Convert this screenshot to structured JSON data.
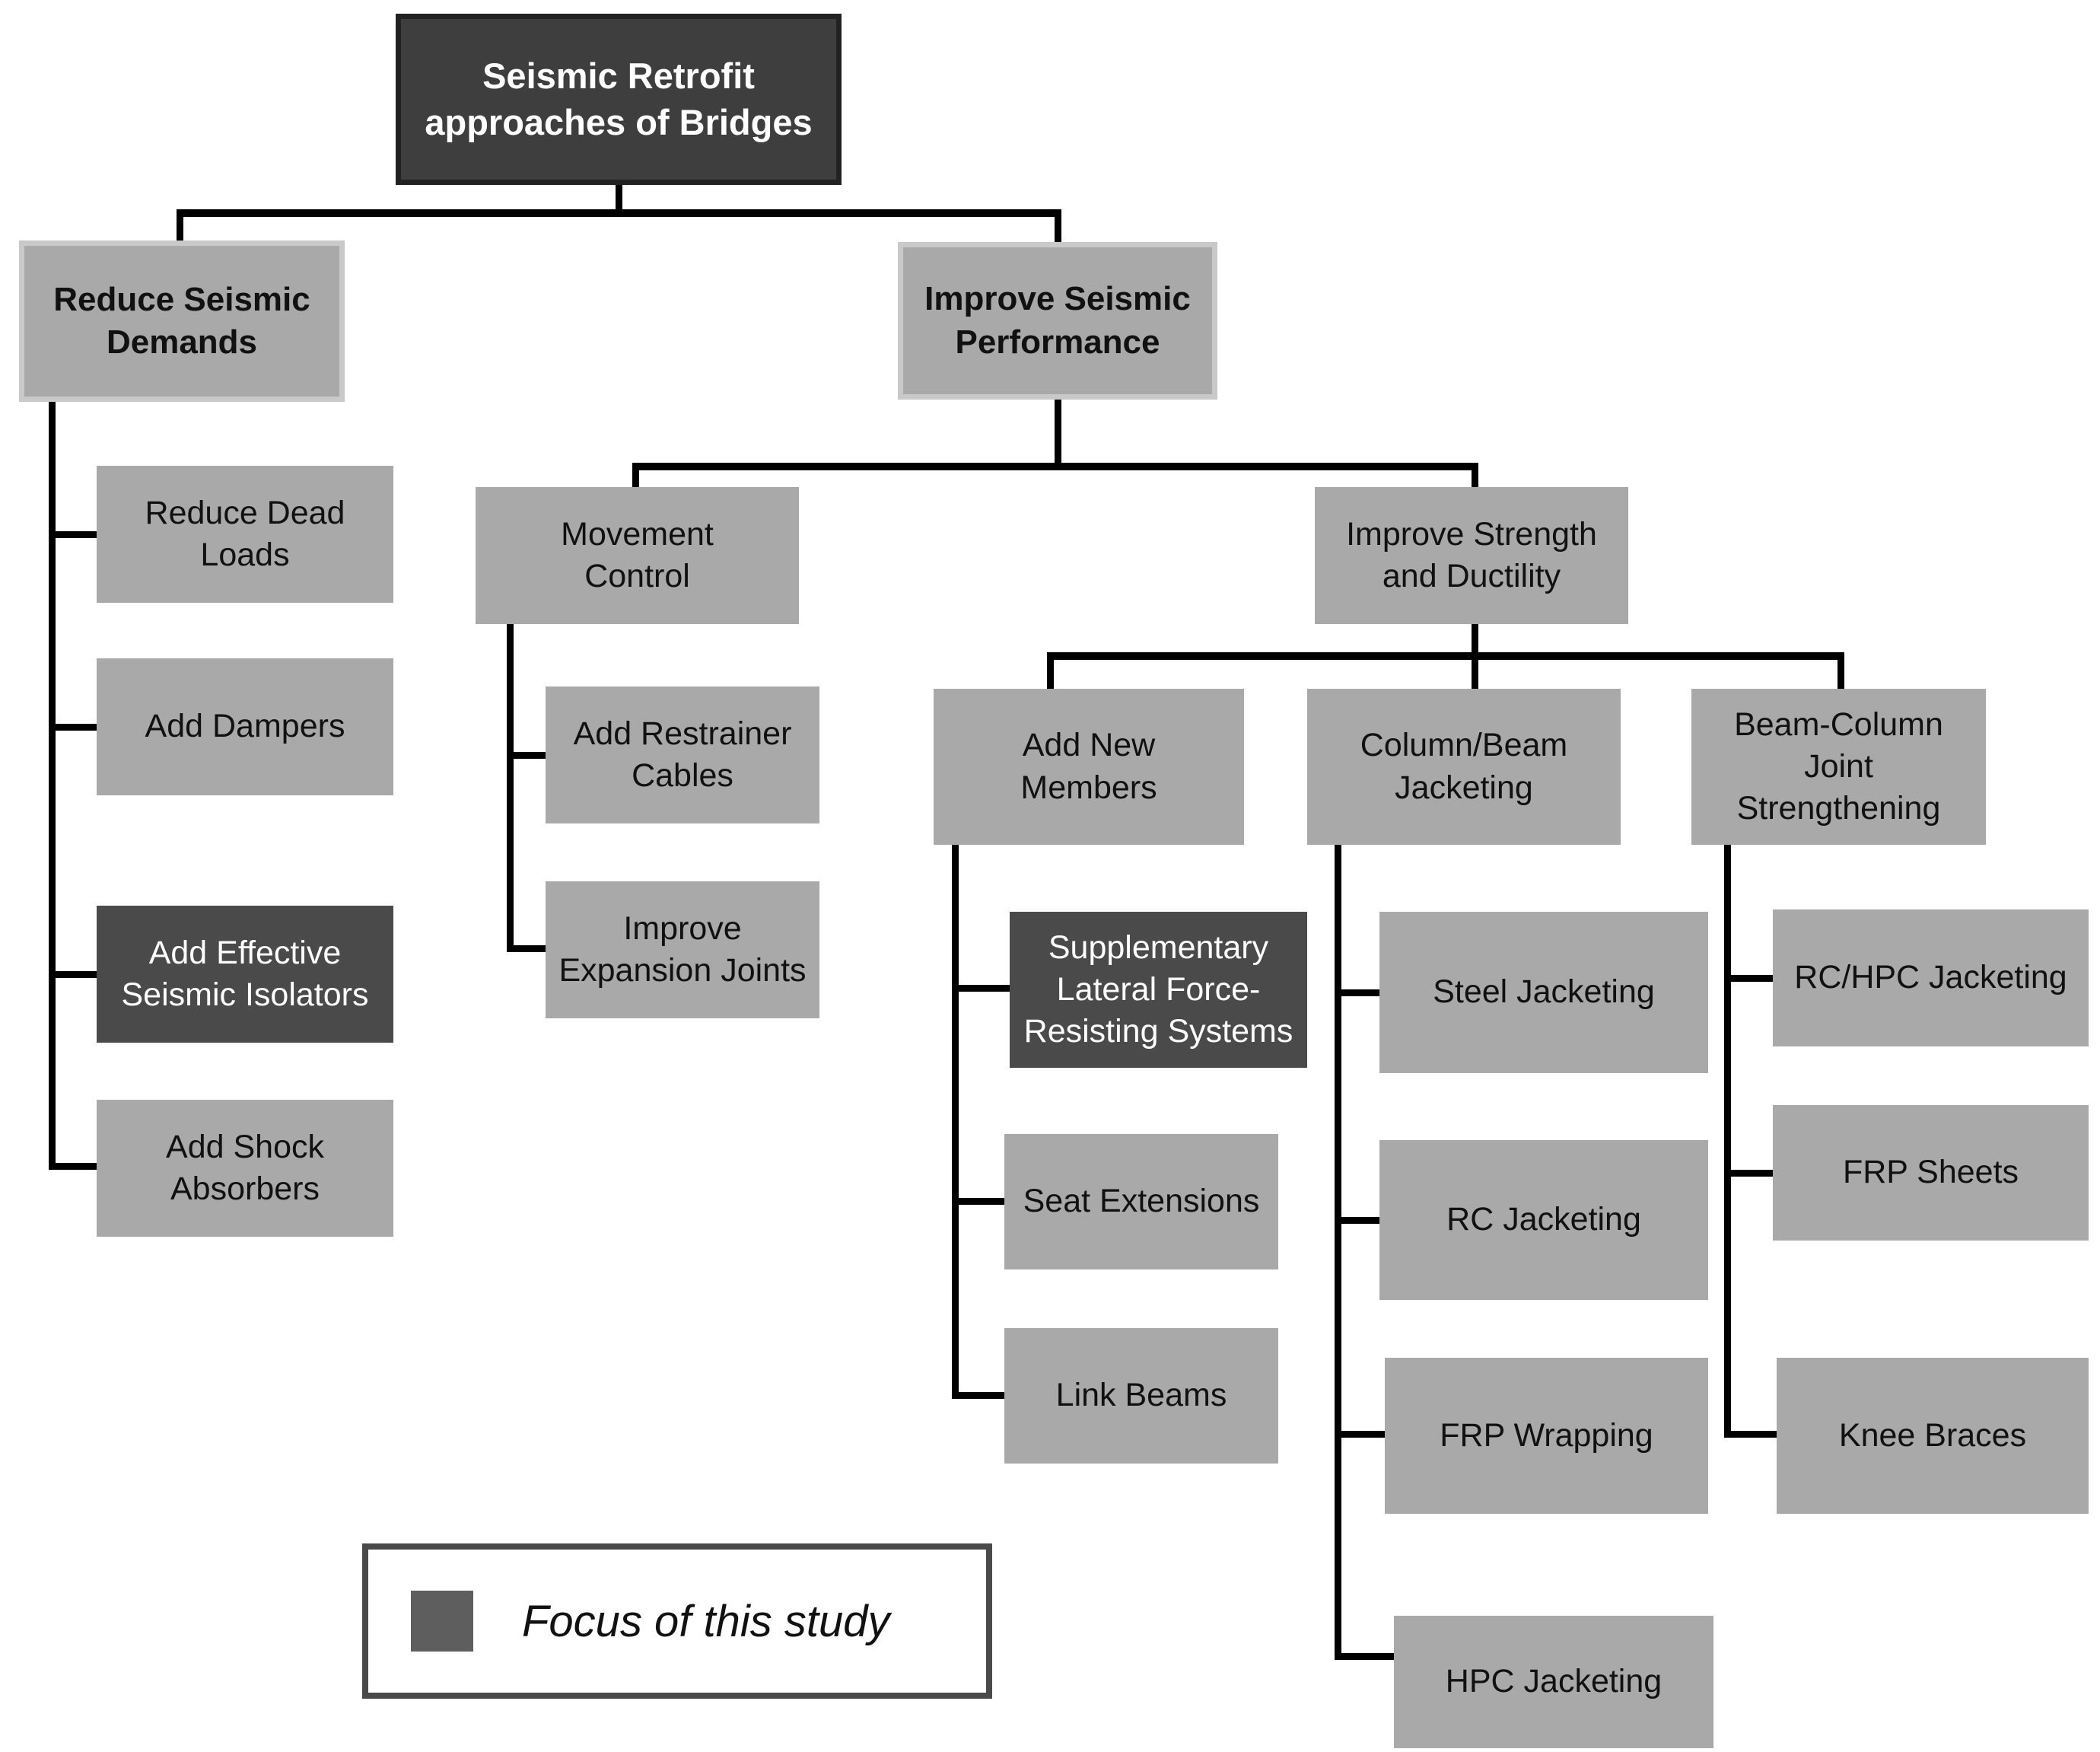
{
  "diagram": {
    "title": "Seismic Retrofit approaches of Bridges",
    "type": "hierarchy-flowchart",
    "colors": {
      "background": "#ffffff",
      "node_gray": "#a9a9a9",
      "node_gray_border": "#c9c9c9",
      "node_dark": "#4a4a4a",
      "root_dark": "#3e3e3e",
      "connector": "#000000",
      "text_dark": "#111111",
      "text_light": "#ffffff",
      "legend_swatch": "#5e5e5e",
      "legend_border": "#4a4a4a"
    },
    "nodes": {
      "root": {
        "label": "Seismic Retrofit\napproaches of Bridges",
        "focus": true
      },
      "reduce_seismic_demands": {
        "label": "Reduce Seismic\nDemands",
        "focus": false
      },
      "reduce_dead_loads": {
        "label": "Reduce Dead\nLoads",
        "focus": false
      },
      "add_dampers": {
        "label": "Add Dampers",
        "focus": false
      },
      "add_effective_seismic_isolators": {
        "label": "Add Effective\nSeismic Isolators",
        "focus": true
      },
      "add_shock_absorbers": {
        "label": "Add Shock\nAbsorbers",
        "focus": false
      },
      "improve_seismic_performance": {
        "label": "Improve Seismic\nPerformance",
        "focus": false
      },
      "movement_control": {
        "label": "Movement\nControl",
        "focus": false
      },
      "add_restrainer_cables": {
        "label": "Add Restrainer\nCables",
        "focus": false
      },
      "improve_expansion_joints": {
        "label": "Improve\nExpansion Joints",
        "focus": false
      },
      "improve_strength_ductility": {
        "label": "Improve Strength\nand Ductility",
        "focus": false
      },
      "add_new_members": {
        "label": "Add New\nMembers",
        "focus": false
      },
      "supplementary_lfrs": {
        "label": "Supplementary\nLateral Force-\nResisting Systems",
        "focus": true
      },
      "seat_extensions": {
        "label": "Seat Extensions",
        "focus": false
      },
      "link_beams": {
        "label": "Link Beams",
        "focus": false
      },
      "column_beam_jacketing": {
        "label": "Column/Beam\nJacketing",
        "focus": false
      },
      "steel_jacketing": {
        "label": "Steel Jacketing",
        "focus": false
      },
      "rc_jacketing": {
        "label": "RC Jacketing",
        "focus": false
      },
      "frp_wrapping": {
        "label": "FRP Wrapping",
        "focus": false
      },
      "hpc_jacketing": {
        "label": "HPC Jacketing",
        "focus": false
      },
      "beam_column_joint_strengthening": {
        "label": "Beam-Column\nJoint\nStrengthening",
        "focus": false
      },
      "rc_hpc_jacketing": {
        "label": "RC/HPC Jacketing",
        "focus": false
      },
      "frp_sheets": {
        "label": "FRP Sheets",
        "focus": false
      },
      "knee_braces": {
        "label": "Knee Braces",
        "focus": false
      }
    },
    "hierarchy": {
      "root": [
        "reduce_seismic_demands",
        "improve_seismic_performance"
      ],
      "reduce_seismic_demands": [
        "reduce_dead_loads",
        "add_dampers",
        "add_effective_seismic_isolators",
        "add_shock_absorbers"
      ],
      "improve_seismic_performance": [
        "movement_control",
        "improve_strength_ductility"
      ],
      "movement_control": [
        "add_restrainer_cables",
        "improve_expansion_joints"
      ],
      "improve_strength_ductility": [
        "add_new_members",
        "column_beam_jacketing",
        "beam_column_joint_strengthening"
      ],
      "add_new_members": [
        "supplementary_lfrs",
        "seat_extensions",
        "link_beams"
      ],
      "column_beam_jacketing": [
        "steel_jacketing",
        "rc_jacketing",
        "frp_wrapping",
        "hpc_jacketing"
      ],
      "beam_column_joint_strengthening": [
        "rc_hpc_jacketing",
        "frp_sheets",
        "knee_braces"
      ]
    },
    "legend": {
      "label": "Focus of this study"
    }
  }
}
